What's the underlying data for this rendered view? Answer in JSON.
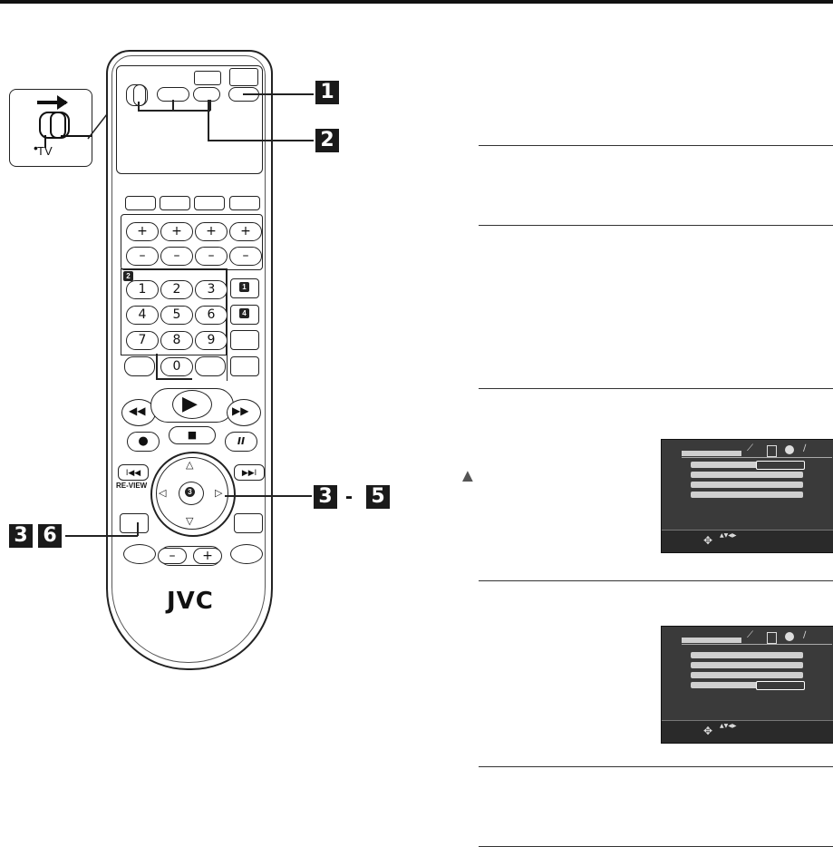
{
  "badges": {
    "step1": "1",
    "step2": "2",
    "step3a": "3",
    "dash": "-",
    "step5": "5",
    "step3b": "3",
    "step6": "6"
  },
  "tv_switch": {
    "label": "TV",
    "dot": "•"
  },
  "remote": {
    "brand": "JVC",
    "numbers": [
      "1",
      "2",
      "3",
      "4",
      "5",
      "6",
      "7",
      "8",
      "9",
      "0"
    ],
    "plus": "+",
    "minus": "–",
    "inner_badges": [
      "2",
      "1",
      "4"
    ],
    "center_badge": "3",
    "review_label": "RE-VIEW",
    "arrow_up": "△",
    "arrow_down": "▽",
    "arrow_left": "◁",
    "arrow_right": "▷",
    "play": "▶",
    "stop": "■",
    "record": "●",
    "pause": "II",
    "rew": "◀◀",
    "ff": "▶▶",
    "skip_back": "I◀◀",
    "skip_fwd": "▶▶I"
  },
  "warning_symbol": "▲",
  "screen_nav": {
    "cross": "✥",
    "arrows": "▲▼◀▶"
  }
}
